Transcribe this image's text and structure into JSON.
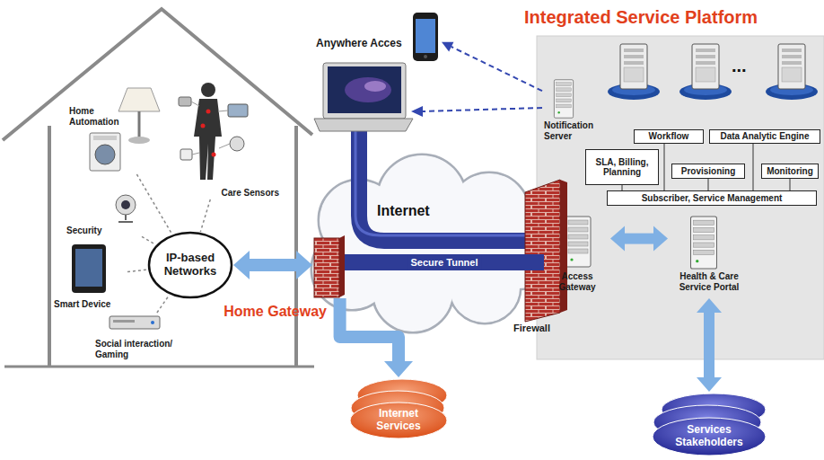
{
  "diagram": {
    "nodes": [
      {
        "text": [
          "Anywhere Acces"
        ]
      },
      {
        "text": [
          "Integrated Service Platform"
        ]
      },
      {
        "text": [
          "Notification Server"
        ],
        "in": 1
      },
      {
        "text": [
          "Workflow"
        ],
        "in": 1
      },
      {
        "text": [
          "Data Analytic Engine"
        ],
        "in": 1
      },
      {
        "text": [
          "SLA, Billing, Planning"
        ],
        "in": 1
      },
      {
        "text": [
          "Provisioning"
        ],
        "in": 1
      },
      {
        "text": [
          "Monitoring"
        ],
        "in": 1
      },
      {
        "text": [
          "Subscriber, Service Management"
        ],
        "in": 1
      },
      {
        "text": [
          "Access Gateway"
        ],
        "in": 1
      },
      {
        "text": [
          "Health & Care Service Portal"
        ],
        "in": 1
      },
      {
        "text": [
          "Home Automation"
        ]
      },
      {
        "text": [
          "Care Sensors"
        ]
      },
      {
        "text": [
          "Security"
        ]
      },
      {
        "text": [
          "IP-based Networks"
        ]
      },
      {
        "text": [
          "Smart Device"
        ]
      },
      {
        "text": [
          "Social interaction/ Gaming"
        ]
      },
      {
        "text": [
          "Home Gateway"
        ]
      },
      {
        "text": [
          "Firewall"
        ]
      },
      {
        "text": [
          "Internet Services"
        ]
      },
      {
        "text": [
          "Services Stakeholders"
        ]
      }
    ],
    "edges": [
      {
        "from": 11,
        "to": 14,
        "arrow": "none"
      },
      {
        "from": 12,
        "to": 14,
        "arrow": "none"
      },
      {
        "from": 13,
        "to": 14,
        "arrow": "none"
      },
      {
        "from": 15,
        "to": 14,
        "arrow": "none"
      },
      {
        "from": 16,
        "to": 14,
        "arrow": "none"
      },
      {
        "from": 14,
        "to": 17,
        "arrow": "both"
      },
      {
        "from": 17,
        "to": 9,
        "label": "Secure Tunnel",
        "arrow": "none"
      },
      {
        "from": 17,
        "to": 19,
        "arrow": "to"
      },
      {
        "from": 2,
        "to": 0,
        "arrow": "to"
      },
      {
        "from": 9,
        "to": 10,
        "arrow": "both"
      },
      {
        "from": 10,
        "to": 20,
        "arrow": "both"
      },
      {
        "from": 3,
        "to": 8,
        "arrow": "none"
      },
      {
        "from": 4,
        "to": 8,
        "arrow": "none"
      },
      {
        "from": 5,
        "to": 8,
        "arrow": "none"
      },
      {
        "from": 6,
        "to": 8,
        "arrow": "none"
      },
      {
        "from": 7,
        "to": 8,
        "arrow": "none"
      }
    ],
    "labels": [
      "Internet",
      "..."
    ]
  }
}
